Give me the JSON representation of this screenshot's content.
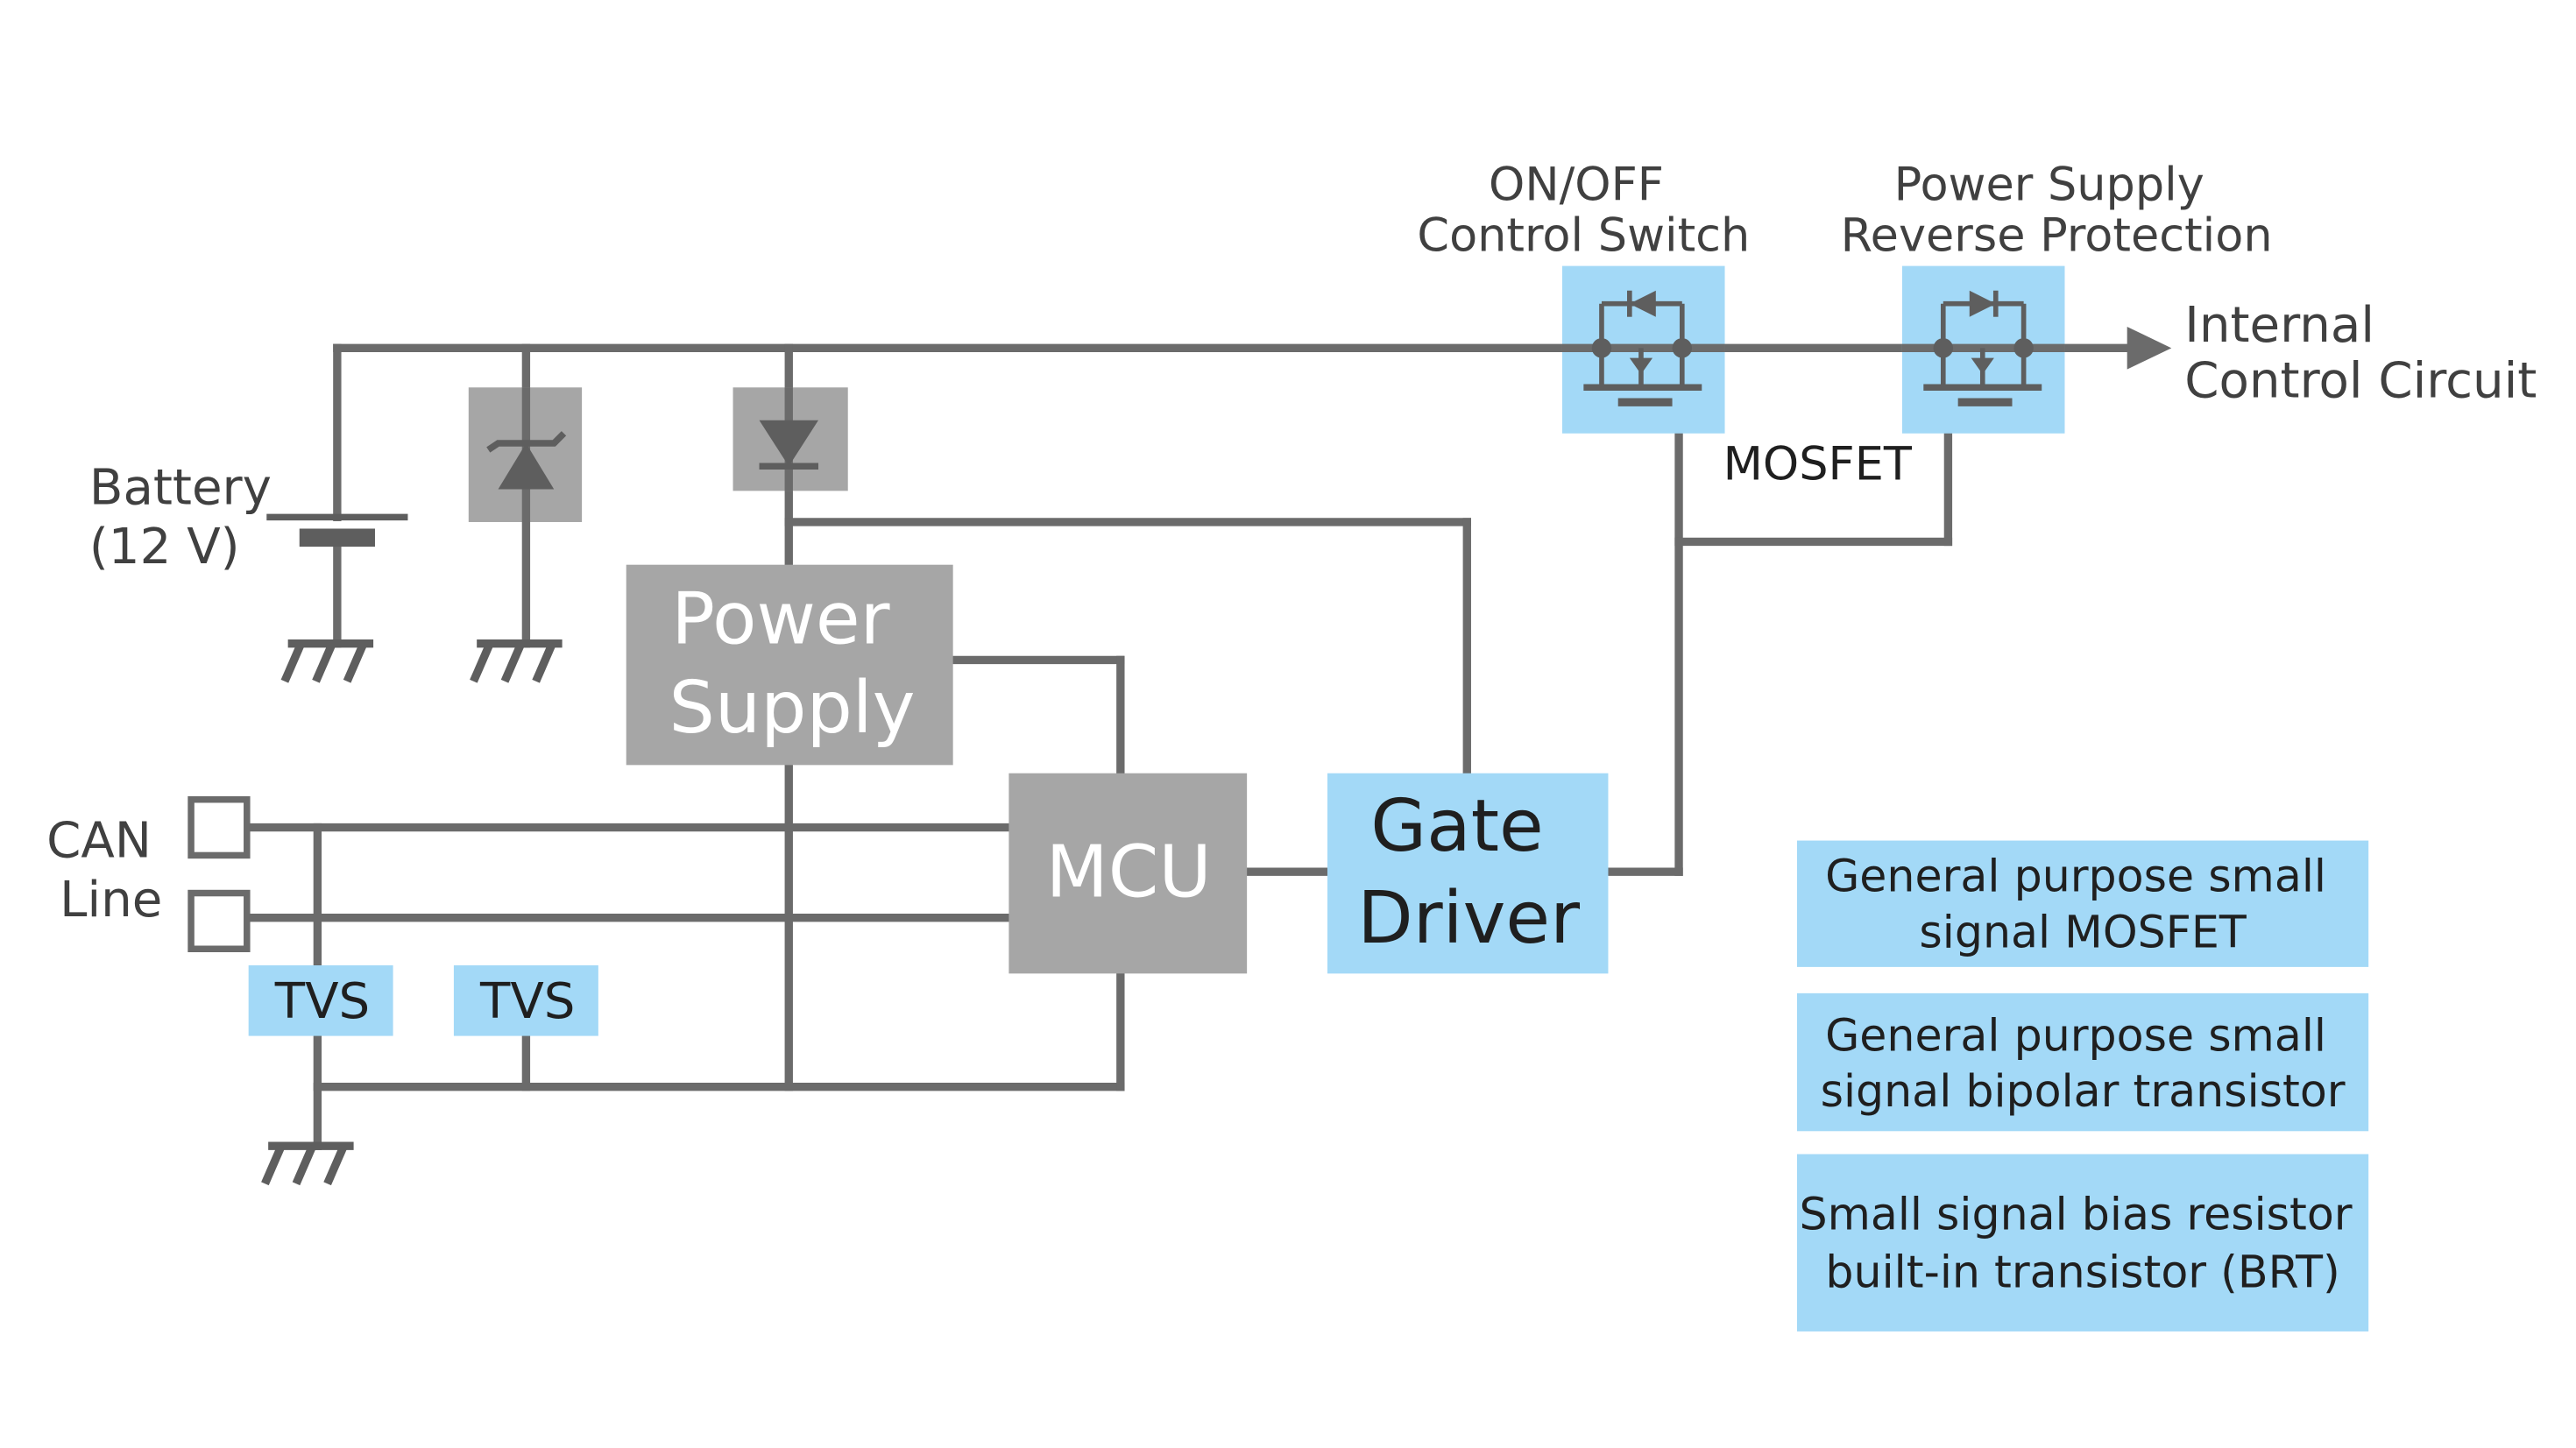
{
  "colors": {
    "wire": "#6b6b6b",
    "gray_block": "#a6a6a6",
    "blue_block": "#a3d9f7",
    "text_dark": "#404040",
    "text_light": "#ffffff",
    "text_black": "#1f1f1f"
  },
  "labels": {
    "battery": [
      "Battery",
      "(12 V)"
    ],
    "can_line": [
      "CAN",
      "Line"
    ],
    "on_off_switch": [
      "ON/OFF",
      "Control Switch"
    ],
    "reverse_protection": [
      "Power Supply",
      "Reverse Protection"
    ],
    "internal_circuit": [
      "Internal",
      "Control Circuit"
    ],
    "mosfet": "MOSFET"
  },
  "blocks": {
    "power_supply": [
      "Power",
      "Supply"
    ],
    "mcu": "MCU",
    "gate_driver": [
      "Gate",
      "Driver"
    ],
    "tvs_1": "TVS",
    "tvs_2": "TVS"
  },
  "legend": [
    [
      "General purpose small",
      "signal MOSFET"
    ],
    [
      "General purpose small",
      "signal bipolar transistor"
    ],
    [
      "Small signal bias resistor",
      "built-in transistor (BRT)"
    ]
  ],
  "icons": {
    "battery": "battery-icon",
    "ground": "ground-icon",
    "zener": "zener-diode-icon",
    "diode": "diode-icon",
    "mosfet": "mosfet-icon",
    "connector": "connector-terminal-icon",
    "arrow": "arrow-right-icon"
  }
}
